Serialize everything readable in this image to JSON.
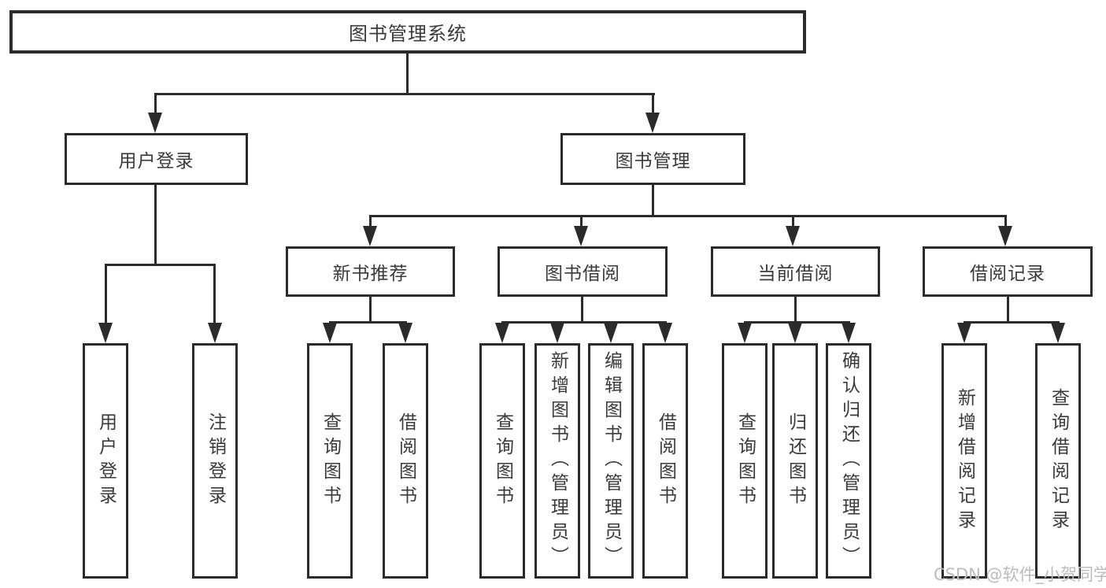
{
  "diagram": {
    "title": "图书管理系统",
    "branches": {
      "user_login": {
        "label": "用户登录",
        "children": [
          {
            "label": "用户登录"
          },
          {
            "label": "注销登录"
          }
        ]
      },
      "book_mgmt": {
        "label": "图书管理",
        "children": [
          {
            "label": "新书推荐",
            "children": [
              {
                "label": "查询图书"
              },
              {
                "label": "借阅图书"
              }
            ]
          },
          {
            "label": "图书借阅",
            "children": [
              {
                "label": "查询图书"
              },
              {
                "label": "新增图书（管理员）"
              },
              {
                "label": "编辑图书（管理员）"
              },
              {
                "label": "借阅图书"
              }
            ]
          },
          {
            "label": "当前借阅",
            "children": [
              {
                "label": "查询图书"
              },
              {
                "label": "归还图书"
              },
              {
                "label": "确认归还（管理员）"
              }
            ]
          },
          {
            "label": "借阅记录",
            "children": [
              {
                "label": "新增借阅记录"
              },
              {
                "label": "查询借阅记录"
              }
            ]
          }
        ]
      }
    }
  },
  "watermark": "CSDN @软件_小贺同学",
  "colors": {
    "line": "#2b2b2b",
    "text": "#3a3a3a",
    "watermark": "#bcbcbc",
    "background": "#ffffff"
  }
}
